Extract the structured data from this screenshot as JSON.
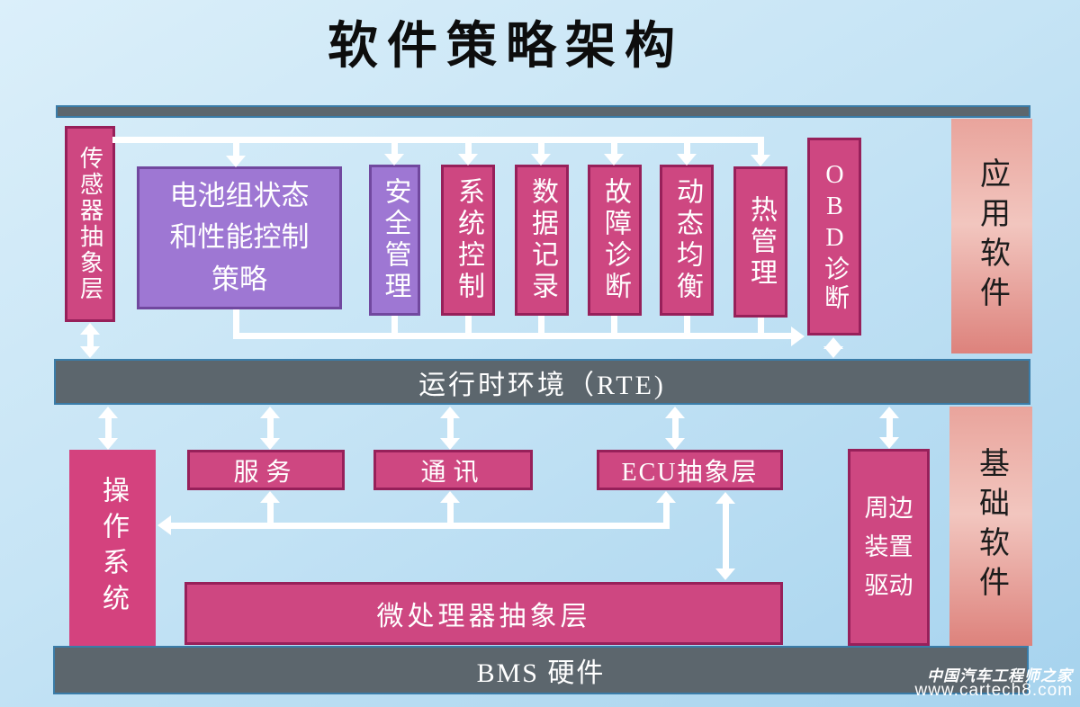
{
  "title": "软件策略架构",
  "bars": {
    "rte": {
      "label": "运行时环境（RTE)"
    },
    "bms": {
      "label": "BMS 硬件"
    }
  },
  "application_layer": {
    "label": "应用软件",
    "sensor_abstraction": "传感器抽象层",
    "battery_strategy": "电池组状态和性能控制策略",
    "safety_management": "安全管理",
    "system_control": "系统控制",
    "data_logging": "数据记录",
    "fault_diagnosis": "故障诊断",
    "dynamic_balancing": "动态均衡",
    "thermal_management": "热管理",
    "obd_diagnosis": "OBD诊断"
  },
  "basic_layer": {
    "label": "基础软件",
    "operating_system": "操作系统",
    "services": "服务",
    "communication": "通讯",
    "ecu_abstraction": "ECU抽象层",
    "peripheral_driver": "周边装置驱动",
    "mcu_abstraction": "微处理器抽象层"
  },
  "watermark": {
    "line1": "中国汽车工程师之家",
    "line2": "www.cartech8.com"
  },
  "colors": {
    "background_top": "#dbeffa",
    "background_bottom": "#a6d3ee",
    "bar_fill": "#5c666d",
    "bar_border": "#3a7ca8",
    "magenta_fill": "#ce4781",
    "magenta_border": "#97205a",
    "purple_fill": "#9e77d3",
    "purple_border": "#71489f",
    "salmon_fill": "#ecaaa2",
    "arrow": "#ffffff",
    "text_light": "#ffffff",
    "text_dark": "#1c1c1c"
  }
}
